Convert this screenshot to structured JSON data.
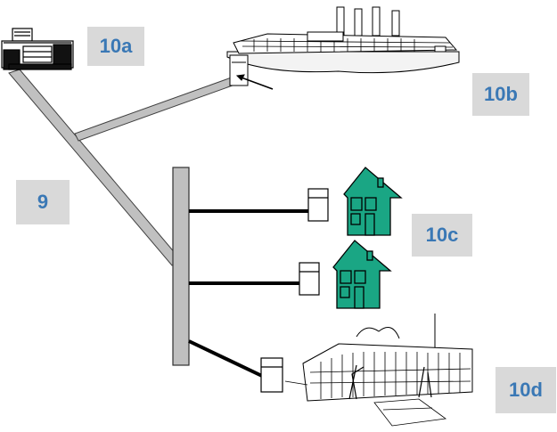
{
  "labels": {
    "headend": "10a",
    "factory": "10b",
    "network": "9",
    "houses": "10c",
    "office": "10d"
  },
  "colors": {
    "label_bg": "#d9d9d9",
    "label_text": "#3a78b5",
    "cable_gray": "#c0c0c0",
    "house_green": "#1aa684",
    "wire_black": "#000000"
  }
}
